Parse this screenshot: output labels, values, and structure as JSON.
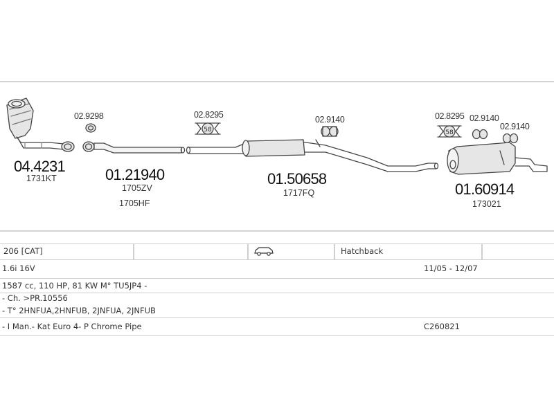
{
  "parts": {
    "catalyst": {
      "part_no": "04.4231",
      "ref1": "1731KT"
    },
    "front_pipe": {
      "part_no": "01.21940",
      "ref1": "1705ZV",
      "ref2": "1705HF"
    },
    "middle_silencer": {
      "part_no": "01.50658",
      "ref1": "1717FQ"
    },
    "rear_silencer": {
      "part_no": "01.60914",
      "ref1": "173021"
    },
    "gasket_1": {
      "part_no": "02.9298"
    },
    "clamp_1": {
      "part_no": "02.8295",
      "badge": "58"
    },
    "rubber_1": {
      "part_no": "02.9140"
    },
    "clamp_2": {
      "part_no": "02.8295",
      "badge": "58"
    },
    "rubber_2": {
      "part_no": "02.9140"
    },
    "rubber_3": {
      "part_no": "02.9140"
    }
  },
  "vehicle": {
    "model": "206  [CAT]",
    "body_type": "Hatchback",
    "engine": "1.6i 16V",
    "date_range": "11/05 - 12/07",
    "specs": "1587 cc, 110 HP, 81 KW M° TU5JP4 -",
    "chassis": "- Ch. >PR.10556",
    "engine_codes": "- T° 2HNFUA,2HNFUB, 2JNFUA, 2JNFUB",
    "note": "- I Man.- Kat Euro 4- P Chrome Pipe",
    "code": "C260821"
  },
  "colors": {
    "line": "#444444",
    "fill": "#e6e6e6",
    "border": "#d4d4d4"
  }
}
